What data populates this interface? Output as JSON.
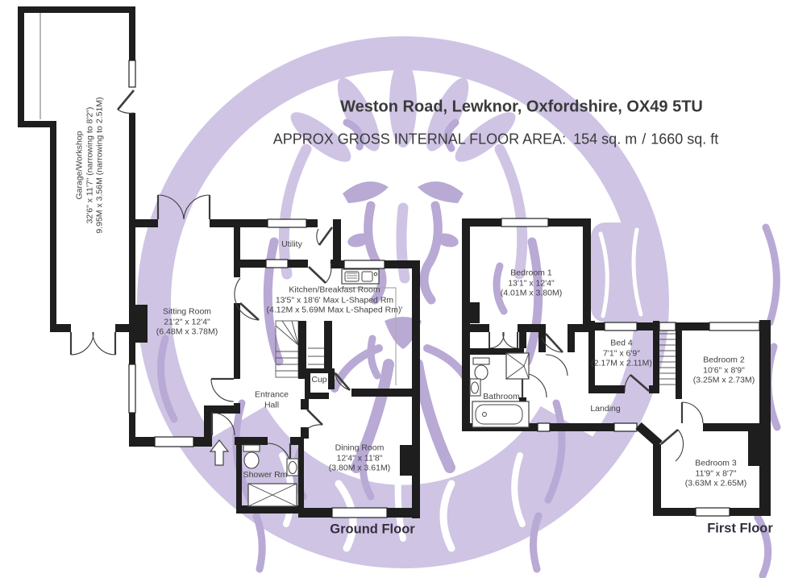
{
  "header": {
    "address": "Weston Road, Lewknor, Oxfordshire, OX49 5TU",
    "floor_area_label": "APPROX GROSS INTERNAL FLOOR AREA:",
    "floor_area_metric": "154 sq. m",
    "floor_area_separator": "/",
    "floor_area_imperial": "1660 sq. ft"
  },
  "floors": {
    "ground": {
      "caption": "Ground Floor"
    },
    "first": {
      "caption": "First Floor"
    }
  },
  "rooms": {
    "garage": {
      "name": "Garage/Workshop",
      "imperial": "32'6\" x 11'7\" (narrowing to 8'2\")",
      "metric": "9.95M x 3.56M (narrowing to 2.51M)"
    },
    "sitting": {
      "name": "Sitting Room",
      "imperial": "21'2\" x 12'4\"",
      "metric": "(6.48M x 3.78M)"
    },
    "utility": {
      "name": "Utility"
    },
    "kitchen": {
      "name": "Kitchen/Breakfast Room",
      "imperial": "13'5\" x 18'6' Max L-Shaped Rm",
      "metric": "(4.12M x 5.69M Max L-Shaped Rm)'"
    },
    "cup": {
      "name": "Cup"
    },
    "hall": {
      "line1": "Entrance",
      "line2": "Hall"
    },
    "shower": {
      "name": "Shower Rm"
    },
    "dining": {
      "name": "Dining Room",
      "imperial": "12'4\" x 11'8\"",
      "metric": "(3.80M x 3.61M)"
    },
    "bedroom1": {
      "name": "Bedroom 1",
      "imperial": "13'1\" x 12'4\"",
      "metric": "(4.01M x 3.80M)"
    },
    "bed4": {
      "name": "Bed 4",
      "imperial": "7'1\" x 6'9\"",
      "metric": "(2.17M x 2.11M)"
    },
    "bedroom2": {
      "name": "Bedroom 2",
      "imperial": "10'6\" x 8'9\"",
      "metric": "(3.25M x 2.73M)"
    },
    "bedroom3": {
      "name": "Bedroom 3",
      "imperial": "11'9\" x 8'7\"",
      "metric": "(3.63M x 2.65M)"
    },
    "bathroom": {
      "name": "Bathroom"
    },
    "landing": {
      "name": "Landing"
    }
  },
  "colors": {
    "watermark_light": "#cfc4e4",
    "watermark_mid": "#b9a9d5",
    "wall": "#1e1e1e",
    "text": "#3f3f3f"
  }
}
